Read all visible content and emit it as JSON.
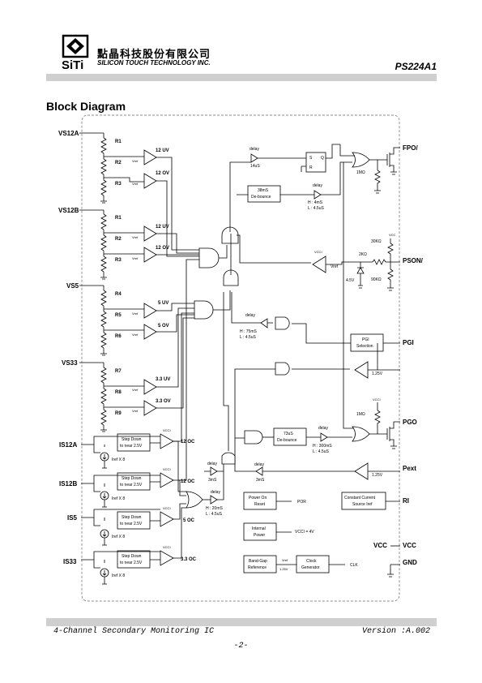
{
  "header": {
    "company_cn": "點晶科技股份有限公司",
    "company_en": "SILICON TOUCH TECHNOLOGY INC.",
    "logo_text": "SiTi",
    "part_number": "PS224A1"
  },
  "section_title": "Block Diagram",
  "diagram": {
    "inputs": {
      "vs12a": "VS12A",
      "vs12b": "VS12B",
      "vs5": "VS5",
      "vs33": "VS33",
      "is12a": "IS12A",
      "is12b": "IS12B",
      "is5": "IS5",
      "is33": "IS33",
      "vcc": "VCC"
    },
    "outputs": {
      "fpo": "FPO/",
      "pson": "PSON/",
      "pgi": "PGI",
      "pgo": "PGO",
      "pext": "Pext",
      "ri": "RI",
      "vcc": "VCC",
      "gnd": "GND"
    },
    "resistors": {
      "r1": "R1",
      "r2": "R2",
      "r3": "R3",
      "r4": "R4",
      "r5": "R5",
      "r6": "R6",
      "r7": "R7",
      "r8": "R8",
      "r9": "R9"
    },
    "comparators": {
      "uv12": "12 UV",
      "ov12": "12 OV",
      "uv5": "5 UV",
      "ov5": "5 OV",
      "uv33": "3.3 UV",
      "ov33": "3.3 OV",
      "oc12": "12 OC",
      "oc5": "5 OC",
      "oc33": "3.3 OC"
    },
    "vref": "Vref",
    "vref_sub": "Vref",
    "vcc_small": "VCC",
    "vcci_small": "VCCI",
    "step_down_1": "Step Down",
    "step_down_2": "to near 2.5V",
    "iref_x8": "Iref X 8",
    "delay": "delay",
    "t14us": "14uS",
    "t3ms": "3mS",
    "h4ms": "H : 4mS",
    "l45us": "L : 4.5uS",
    "h75ms": "H : 75mS",
    "h300ms": "H : 300mS",
    "h20ms": "H : 20mS",
    "debounce38": "38mS",
    "debounce73": "73uS",
    "debounce": "De-bounce",
    "sr_s": "S",
    "sr_q": "Q",
    "sr_r": "R",
    "res_1m": "1MΩ",
    "res_2k": "2KΩ",
    "res_30k": "30KΩ",
    "res_90k": "90KΩ",
    "zener_45": "4.5V",
    "v125": "1.25V",
    "pgi_sel_1": "PGI",
    "pgi_sel_2": "Selection",
    "por_1": "Power On",
    "por_2": "Reset",
    "por": "POR",
    "ip_1": "Internal",
    "ip_2": "Power",
    "vcci_4v": "VCCI = 4V",
    "bg_1": "Band-Gap",
    "bg_2": "Reference",
    "clk_1": "Clock",
    "clk_2": "Generator",
    "clk": "CLK",
    "cc_1": "Constant Current",
    "cc_2": "Source Iref"
  },
  "footer": {
    "title": "4-Channel Secondary Monitoring IC",
    "version": "Version :A.002",
    "page": "-2-"
  }
}
